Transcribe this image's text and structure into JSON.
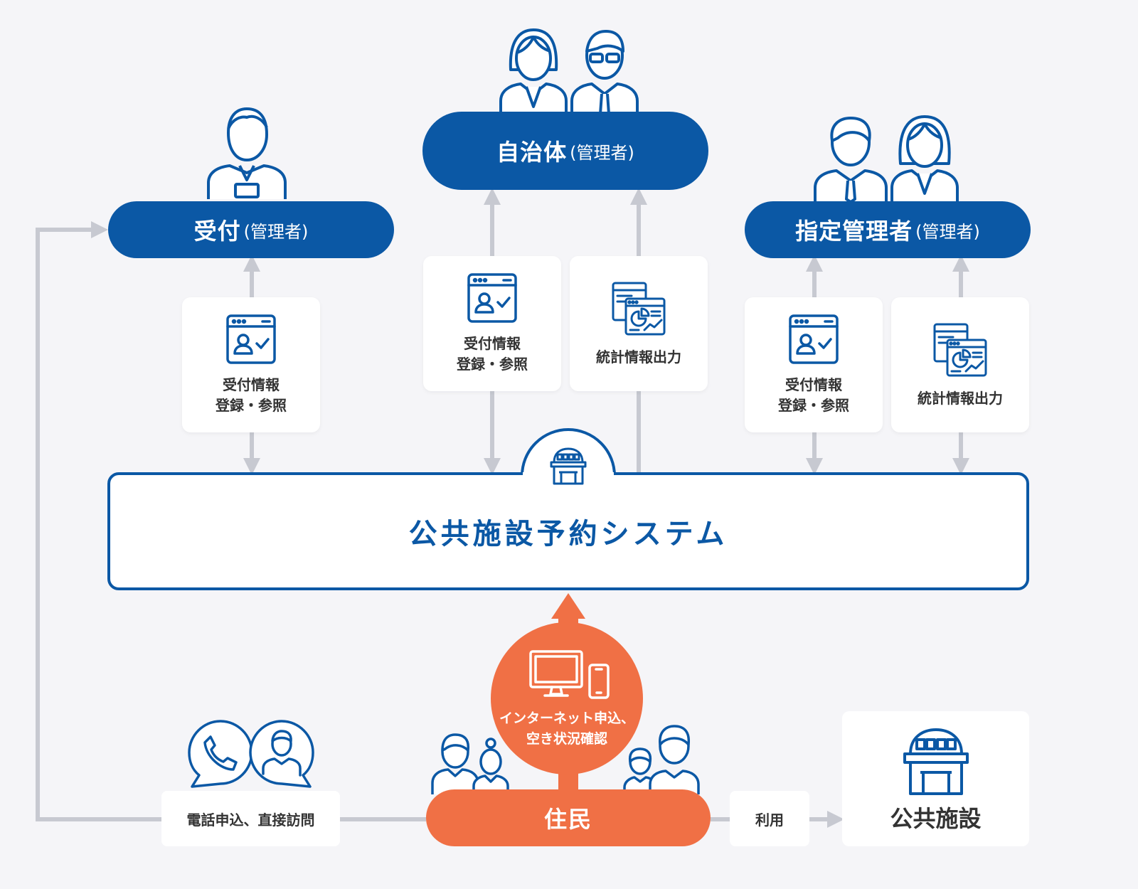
{
  "roles": {
    "reception": {
      "title": "受付",
      "sub": "(管理者)"
    },
    "municipality": {
      "title": "自治体",
      "sub": "(管理者)"
    },
    "designated": {
      "title": "指定管理者",
      "sub": "(管理者)"
    }
  },
  "functions": {
    "reception_entry": "受付情報\n登録・参照",
    "municipality_entry": "受付情報\n登録・参照",
    "municipality_stats": "統計情報出力",
    "designated_entry": "受付情報\n登録・参照",
    "designated_stats": "統計情報出力"
  },
  "system": {
    "title": "公共施設予約システム"
  },
  "residents": {
    "label": "住民",
    "internet": "インターネット申込、\n空き状況確認",
    "phone_visit": "電話申込、直接訪問"
  },
  "usage": {
    "label": "利用"
  },
  "facility": {
    "label": "公共施設"
  },
  "colors": {
    "blue": "#0b58a5",
    "orange": "#f07045",
    "arrow_gray": "#c7c9d1",
    "background": "#f5f5f8"
  },
  "icons": [
    "person-icon",
    "businesswoman-icon",
    "businessman-glasses-icon",
    "screen-user-check-icon",
    "report-chart-icon",
    "facility-building-icon",
    "monitor-icon",
    "smartphone-icon",
    "phone-icon",
    "family-icon"
  ]
}
